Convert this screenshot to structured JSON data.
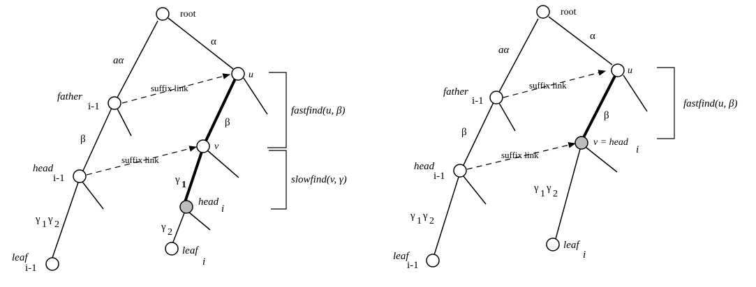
{
  "left": {
    "root": "root",
    "alpha": "α",
    "a_alpha": "aα",
    "u": "u",
    "father": "father",
    "father_sub": "i-1",
    "suffix_link_1": "suffix link",
    "beta_right": "β",
    "beta_left": "β",
    "v": "v",
    "head": "head",
    "head_sub": "i-1",
    "suffix_link_2": "suffix link",
    "gamma1": "γ",
    "gamma1_sub": "1",
    "head_i": "head",
    "head_i_sub": "i",
    "gamma2": "γ",
    "gamma2_sub": "2",
    "leaf_i": "leaf",
    "leaf_i_sub": "i",
    "g1": "γ",
    "g1_sub": "1",
    "g2": "γ",
    "g2_sub": "2",
    "leaf_prev": "leaf",
    "leaf_prev_sub": "i-1",
    "fastfind": "fastfind(u, β)",
    "slowfind": "slowfind(v, γ)"
  },
  "right": {
    "root": "root",
    "alpha": "α",
    "a_alpha": "aα",
    "u": "u",
    "father": "father",
    "father_sub": "i-1",
    "suffix_link_1": "suffix link",
    "beta_right": "β",
    "beta_left": "β",
    "v_eq_head": "v = head",
    "v_eq_head_sub": "i",
    "suffix_link_2": "suffix link",
    "head": "head",
    "head_sub": "i-1",
    "g1": "γ",
    "g1_sub": "1",
    "g2": "γ",
    "g2_sub": "2",
    "g1_left": "γ",
    "g1_left_sub": "1",
    "g2_left": "γ",
    "g2_left_sub": "2",
    "leaf_i": "leaf",
    "leaf_i_sub": "i",
    "leaf_prev": "leaf",
    "leaf_prev_sub": "i-1",
    "fastfind": "fastfind(u, β)"
  },
  "colors": {
    "highlight_node": "#bdbdbd",
    "line": "#000000"
  }
}
